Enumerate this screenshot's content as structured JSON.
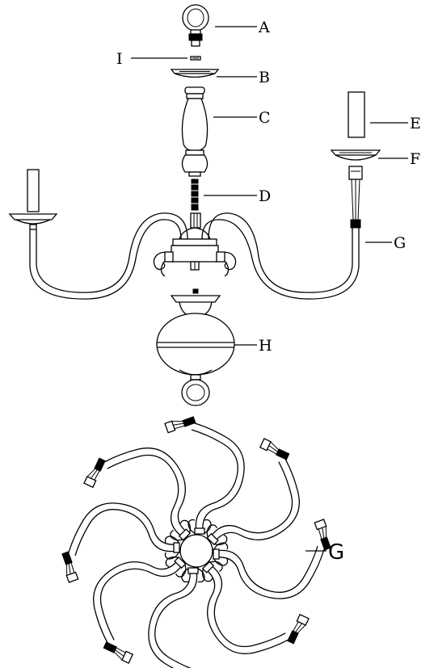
{
  "labels": {
    "A": "A",
    "I": "I",
    "B": "B",
    "C": "C",
    "E": "E",
    "F": "F",
    "D": "D",
    "G_side": "G",
    "H": "H",
    "G_top": "G"
  },
  "colors": {
    "line": "#000000",
    "background": "#ffffff"
  }
}
